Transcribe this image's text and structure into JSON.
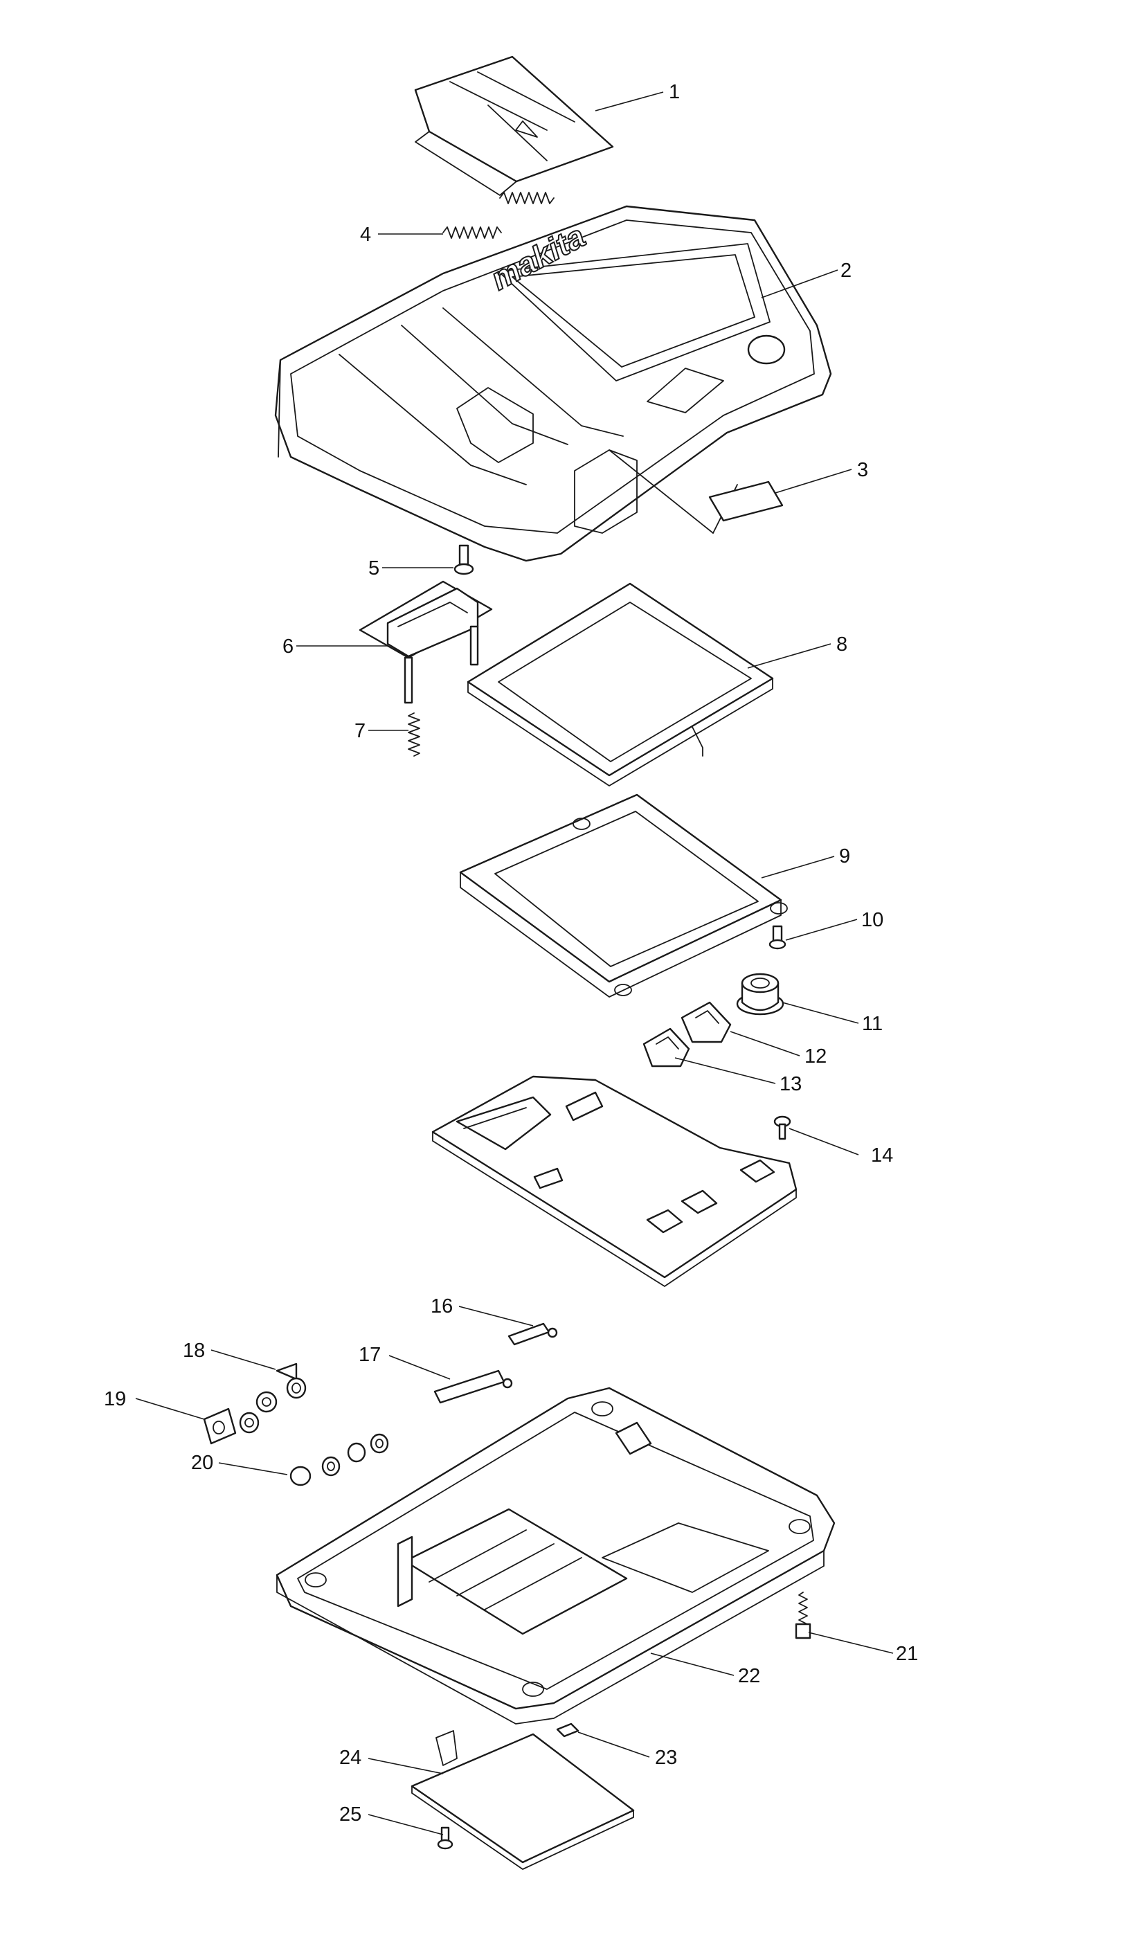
{
  "brand_logo": "makita",
  "callouts": [
    "1",
    "2",
    "3",
    "4",
    "5",
    "6",
    "7",
    "8",
    "9",
    "10",
    "11",
    "12",
    "13",
    "14",
    "16",
    "17",
    "18",
    "19",
    "20",
    "21",
    "22",
    "23",
    "24",
    "25"
  ],
  "colors": {
    "line": "#1a1a1a",
    "background": "#ffffff"
  }
}
